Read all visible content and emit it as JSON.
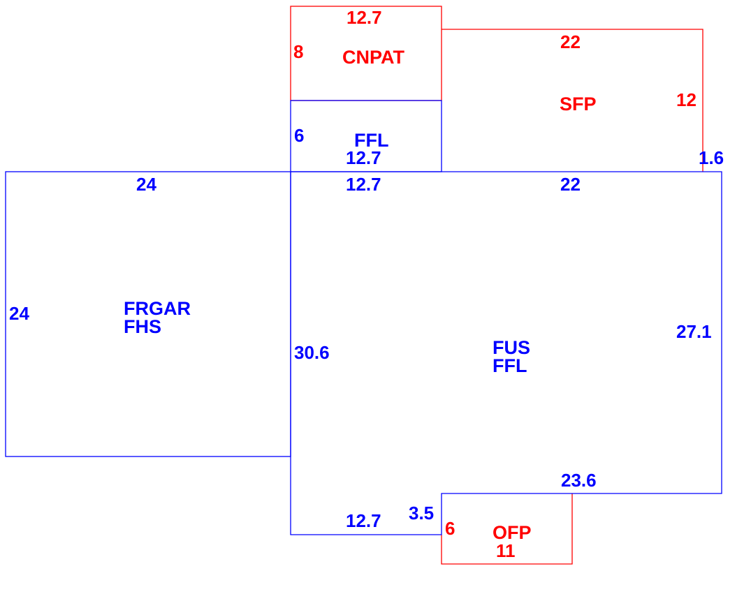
{
  "colors": {
    "main_structure": "#0000ff",
    "additions": "#ff0000",
    "background": "#ffffff"
  },
  "areas": {
    "cnpat": {
      "code": "CNPAT",
      "width": "12.7",
      "depth": "8"
    },
    "sfp": {
      "code": "SFP",
      "width": "22",
      "depth": "12",
      "offset": "1.6"
    },
    "ffl_upper": {
      "code": "FFL",
      "side": "6",
      "width": "12.7"
    },
    "garage": {
      "code_1": "FRGAR",
      "code_2": "FHS",
      "top": "24",
      "side": "24"
    },
    "main": {
      "code_1": "FUS",
      "code_2": "FFL",
      "top_left": "12.7",
      "top_right": "22",
      "left": "30.6",
      "right": "27.1",
      "bottom_right": "23.6",
      "bottom_left": "12.7",
      "step": "3.5"
    },
    "ofp": {
      "code": "OFP",
      "width": "11",
      "depth": "6"
    }
  }
}
